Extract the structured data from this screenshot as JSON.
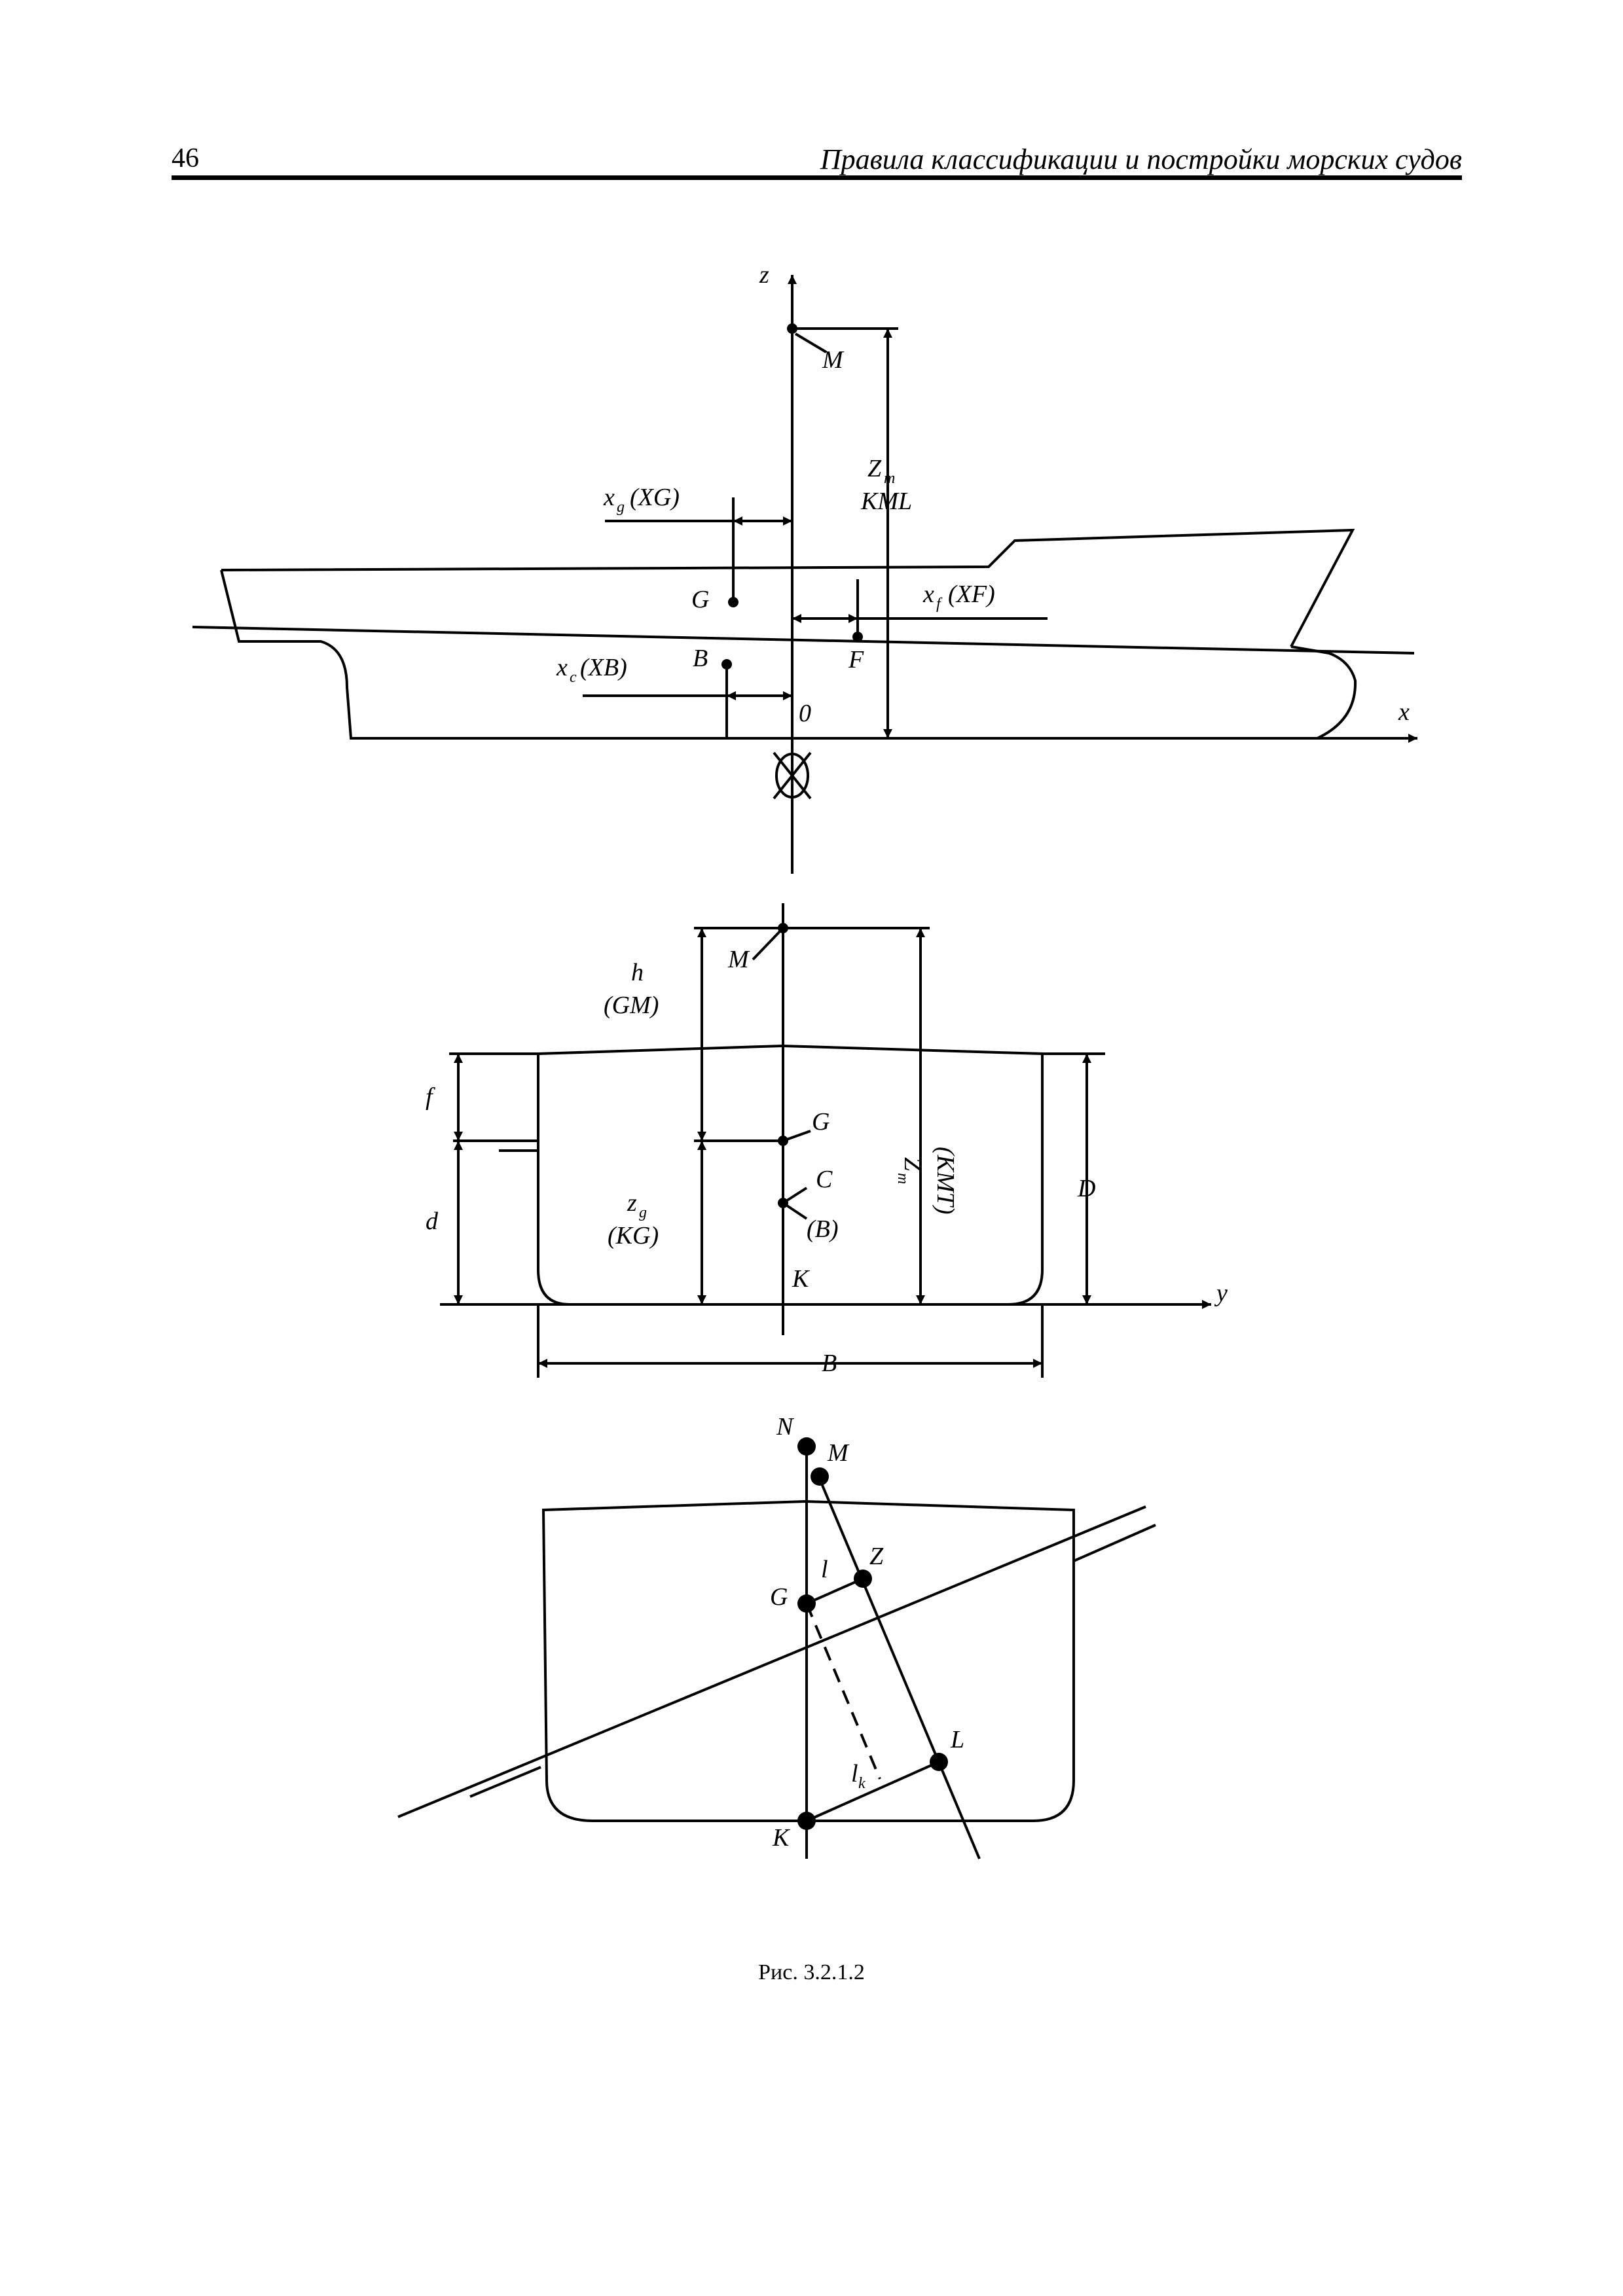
{
  "header": {
    "page_number": "46",
    "title": "Правила классификации и постройки морских судов"
  },
  "figure": {
    "caption": "Рис. 3.2.1.2",
    "profile_view": {
      "axis_z": "z",
      "axis_x": "x",
      "origin": "0",
      "point_M": "M",
      "dim_Zm": "Z",
      "dim_Zm_sub": "m",
      "dim_KML": "KML",
      "dim_xg": "x",
      "dim_xg_sub": "g",
      "dim_xg_alt": "(XG)",
      "point_G": "G",
      "dim_xf": "x",
      "dim_xf_sub": "f",
      "dim_xf_alt": "(XF)",
      "dim_xc": "x",
      "dim_xc_sub": "c",
      "dim_xc_alt": "(XB)",
      "point_B": "B",
      "point_F": "F"
    },
    "section_view": {
      "point_M": "M",
      "dim_h": "h",
      "dim_GM": "(GM)",
      "dim_f": "f",
      "dim_d": "d",
      "point_G": "G",
      "point_C": "C",
      "point_B_alt": "(B)",
      "dim_zg": "z",
      "dim_zg_sub": "g",
      "dim_KG": "(KG)",
      "point_K": "K",
      "dim_Zm_rot": "Z",
      "dim_Zm_rot_sub": "m",
      "dim_KMT": "(KMT)",
      "dim_D": "D",
      "axis_y": "y",
      "dim_B": "B"
    },
    "heel_view": {
      "point_N": "N",
      "point_M": "M",
      "point_Z": "Z",
      "point_G": "G",
      "dim_l": "l",
      "point_L": "L",
      "dim_lk": "l",
      "dim_lk_sub": "k",
      "point_K": "K"
    }
  }
}
